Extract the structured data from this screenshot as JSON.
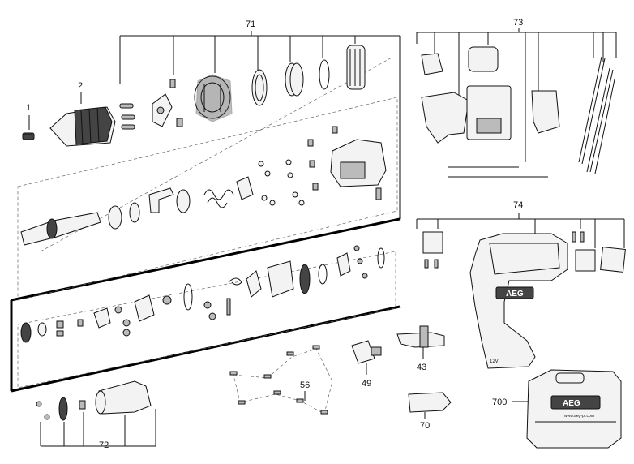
{
  "callouts": {
    "c1": "1",
    "c2": "2",
    "c71": "71",
    "c72": "72",
    "c73": "73",
    "c74": "74",
    "c43": "43",
    "c49": "49",
    "c56": "56",
    "c70": "70",
    "c700": "700"
  },
  "branding": {
    "tool_logo": "AEG",
    "case_logo": "AEG",
    "case_url": "www.aeg-pt.com",
    "voltage": "12V"
  },
  "colors": {
    "line": "#111111",
    "frame": "#000000",
    "background": "#ffffff"
  }
}
